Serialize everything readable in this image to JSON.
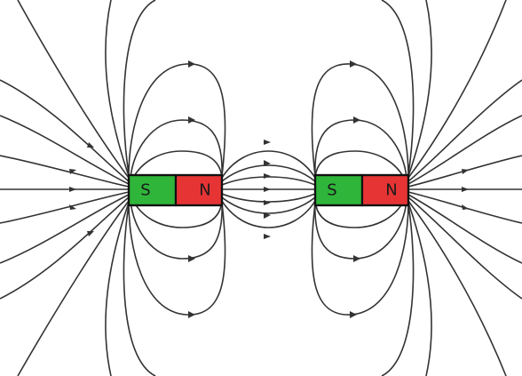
{
  "diagram": {
    "colors": {
      "south_pole": "#2fb53a",
      "north_pole": "#e63434",
      "field_line": "#333333",
      "background": "#ffffff"
    },
    "magnets": [
      {
        "south_label": "S",
        "north_label": "N"
      },
      {
        "south_label": "S",
        "north_label": "N"
      }
    ]
  }
}
